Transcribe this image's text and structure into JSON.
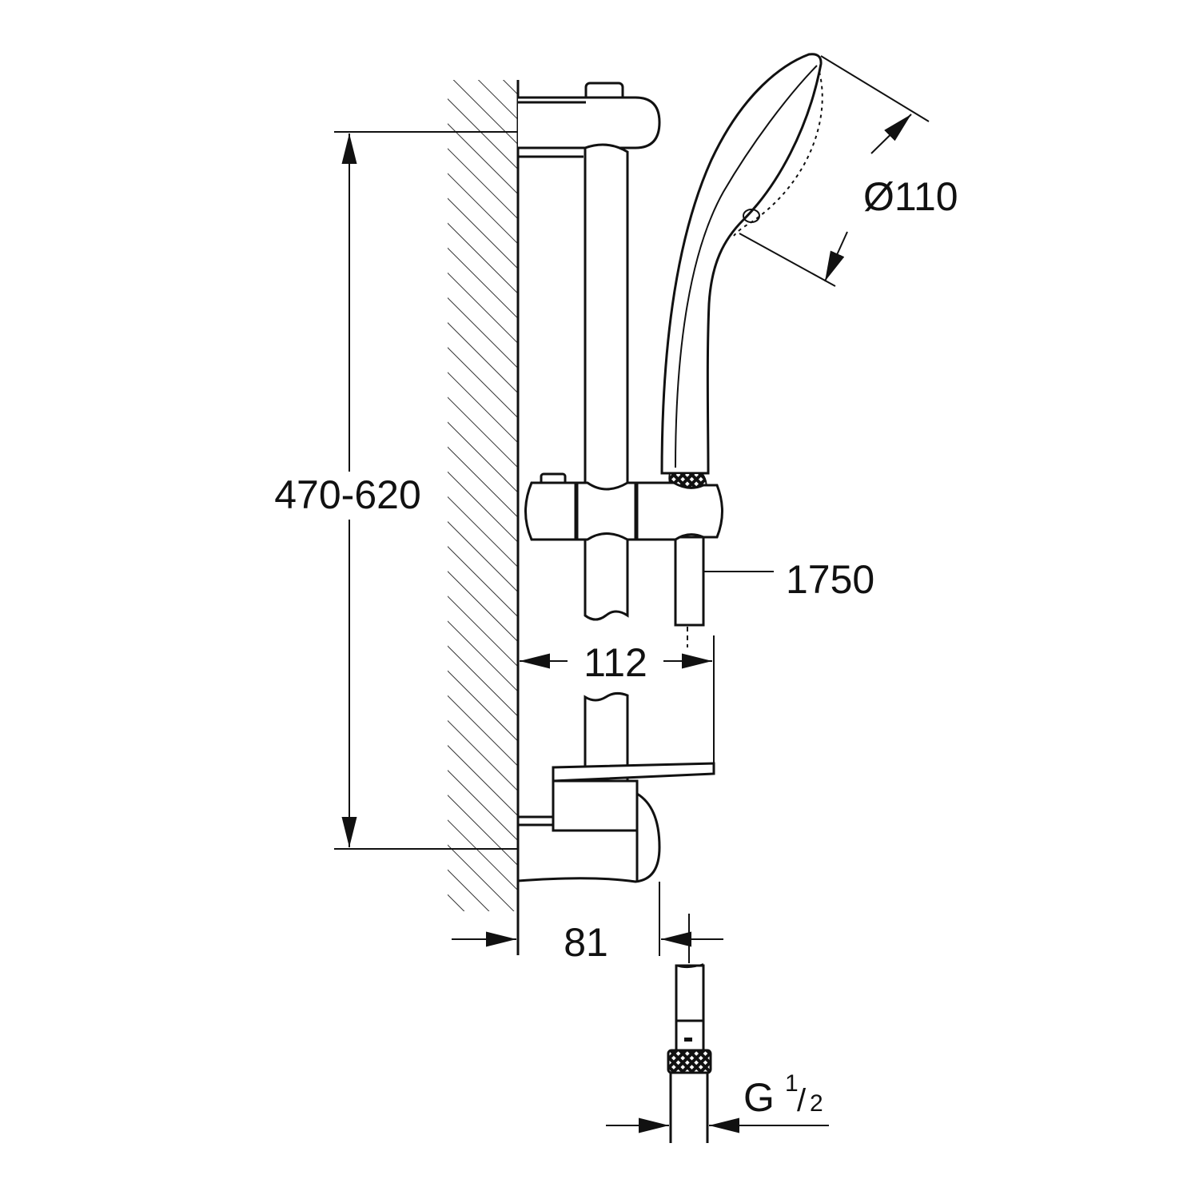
{
  "dimensions": {
    "height_range": "470-620",
    "head_diameter": "Ø110",
    "hose_length": "1750",
    "projection_slider": "112",
    "projection_bracket": "81",
    "thread_g": "G",
    "thread_num": "1",
    "thread_den": "2"
  },
  "colors": {
    "line": "#111111",
    "background": "#ffffff"
  }
}
